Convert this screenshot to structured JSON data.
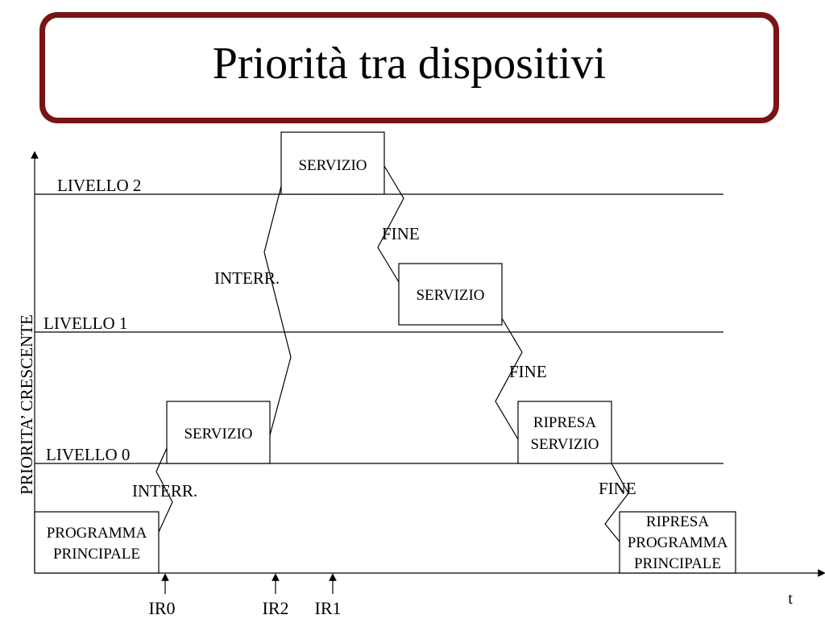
{
  "title": "Priorità tra dispositivi",
  "y_axis_label": "PRIORITA’ CRESCENTE",
  "x_axis_label": "t",
  "levels": [
    "LIVELLO 2",
    "LIVELLO 1",
    "LIVELLO 0"
  ],
  "boxes": {
    "main_program": [
      "PROGRAMMA",
      "PRINCIPALE"
    ],
    "service_level0": "SERVIZIO",
    "service_level2": "SERVIZIO",
    "service_level1": "SERVIZIO",
    "resume_service": [
      "RIPRESA",
      "SERVIZIO"
    ],
    "resume_main": [
      "RIPRESA",
      "PROGRAMMA",
      "PRINCIPALE"
    ]
  },
  "transitions": {
    "interr_low": "INTERR.",
    "interr_high": "INTERR.",
    "fine_1": "FINE",
    "fine_2": "FINE",
    "fine_3": "FINE"
  },
  "interrupt_requests": [
    "IR0",
    "IR2",
    "IR1"
  ]
}
